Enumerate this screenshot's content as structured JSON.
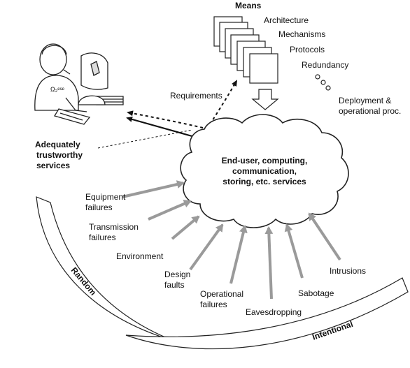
{
  "means": {
    "title": "Means",
    "items": [
      "Architecture",
      "Mechanisms",
      "Protocols",
      "Redundancy"
    ],
    "deployment": [
      "Deployment &",
      "operational proc."
    ]
  },
  "requirements_label": "Requirements",
  "user": {
    "label": [
      "Adequately",
      "trustworthy",
      "services"
    ],
    "shirt_text": "Ω₂ᵉˢᵉ"
  },
  "cloud": {
    "label": [
      "End-user, computing,",
      "communication,",
      "storing, etc. services"
    ]
  },
  "threats": [
    {
      "id": "equipment",
      "lines": [
        "Equipment",
        "failures"
      ]
    },
    {
      "id": "transmission",
      "lines": [
        "Transmission",
        "failures"
      ]
    },
    {
      "id": "environment",
      "lines": [
        "Environment"
      ]
    },
    {
      "id": "design",
      "lines": [
        "Design",
        "faults"
      ]
    },
    {
      "id": "operational",
      "lines": [
        "Operational",
        "failures"
      ]
    },
    {
      "id": "eavesdropping",
      "lines": [
        "Eavesdropping"
      ]
    },
    {
      "id": "sabotage",
      "lines": [
        "Sabotage"
      ]
    },
    {
      "id": "intrusions",
      "lines": [
        "Intrusions"
      ]
    }
  ],
  "bands": {
    "random": "Random",
    "intentional": "Intentional"
  },
  "colors": {
    "threat_arrow": "#9a9a9a",
    "outline": "#222222"
  }
}
